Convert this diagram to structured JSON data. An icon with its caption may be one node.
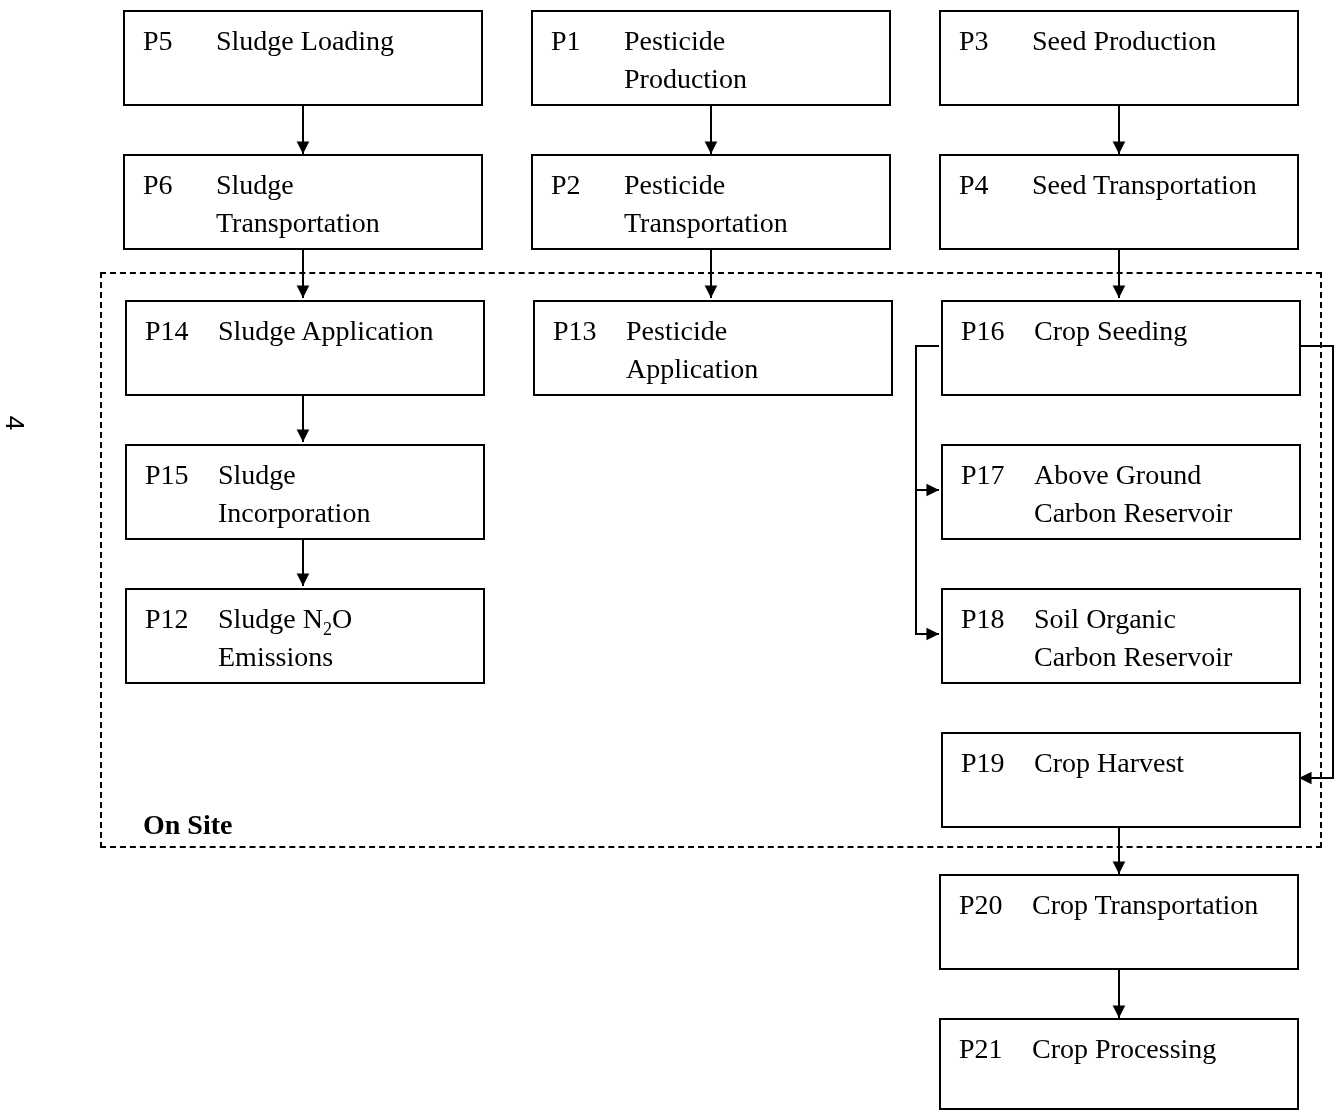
{
  "diagram": {
    "nodes": [
      {
        "text": [
          "P5",
          "Sludge Loading"
        ]
      },
      {
        "text": [
          "P1",
          "Pesticide Production"
        ]
      },
      {
        "text": [
          "P3",
          "Seed Production"
        ]
      },
      {
        "text": [
          "P6",
          "Sludge Transportation"
        ]
      },
      {
        "text": [
          "P2",
          "Pesticide Transportation"
        ]
      },
      {
        "text": [
          "P4",
          "Seed Transportation"
        ]
      },
      {
        "text": [
          "On Site"
        ]
      },
      {
        "text": [
          "P14",
          "Sludge Application"
        ],
        "in": 6
      },
      {
        "text": [
          "P13",
          "Pesticide Application"
        ],
        "in": 6
      },
      {
        "text": [
          "P16",
          "Crop Seeding"
        ],
        "in": 6
      },
      {
        "text": [
          "P15",
          "Sludge Incorporation"
        ],
        "in": 6
      },
      {
        "text": [
          "P17",
          "Above Ground Carbon Reservoir"
        ],
        "in": 6
      },
      {
        "text": [
          "P12",
          "Sludge N$_{2}$O Emissions"
        ],
        "in": 6
      },
      {
        "text": [
          "P18",
          "Soil Organic Carbon Reservoir"
        ],
        "in": 6
      },
      {
        "text": [
          "P19",
          "Crop Harvest"
        ],
        "in": 6
      },
      {
        "text": [
          "P20",
          "Crop Transportation"
        ]
      },
      {
        "text": [
          "P21",
          "Crop Processing"
        ]
      }
    ],
    "edges": [
      {
        "from": 0,
        "to": 3,
        "arrow": "to"
      },
      {
        "from": 1,
        "to": 4,
        "arrow": "to"
      },
      {
        "from": 2,
        "to": 5,
        "arrow": "to"
      },
      {
        "from": 3,
        "to": 7,
        "arrow": "to"
      },
      {
        "from": 4,
        "to": 8,
        "arrow": "to"
      },
      {
        "from": 5,
        "to": 9,
        "arrow": "to"
      },
      {
        "from": 7,
        "to": 10,
        "arrow": "to"
      },
      {
        "from": 10,
        "to": 12,
        "arrow": "to"
      },
      {
        "from": 9,
        "to": 11,
        "arrow": "to"
      },
      {
        "from": 9,
        "to": 13,
        "arrow": "to"
      },
      {
        "from": 9,
        "to": 14,
        "arrow": "to"
      },
      {
        "from": 14,
        "to": 15,
        "arrow": "to"
      },
      {
        "from": 15,
        "to": 16,
        "arrow": "to"
      }
    ],
    "labels": [
      "4"
    ]
  }
}
